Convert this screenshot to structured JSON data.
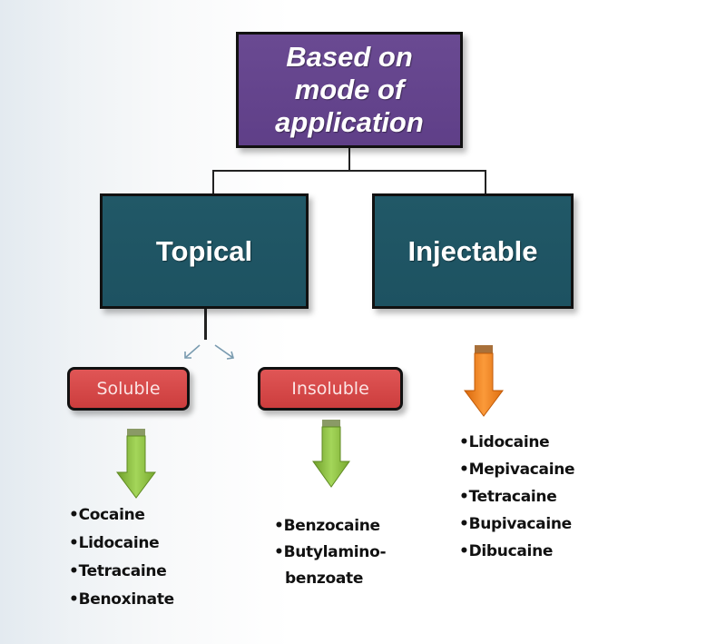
{
  "diagram": {
    "root": {
      "label_lines": [
        "Based on",
        "mode of",
        "application"
      ],
      "color": "#5f3f88"
    },
    "categories": [
      {
        "id": "topical",
        "label": "Topical",
        "color": "#1d5261",
        "subcategories": [
          {
            "id": "soluble",
            "label": "Soluble",
            "color": "#d94a4a",
            "arrow_color": "#8cc63f",
            "bullet": "•",
            "drugs": [
              "Cocaine",
              "Lidocaine",
              "Tetracaine",
              "Benoxinate"
            ]
          },
          {
            "id": "insoluble",
            "label": "Insoluble",
            "color": "#d94a4a",
            "arrow_color": "#8cc63f",
            "bullet": "•",
            "drugs": [
              "Benzocaine",
              "Butylamino-"
            ],
            "continuation": "benzoate"
          }
        ]
      },
      {
        "id": "injectable",
        "label": "Injectable",
        "color": "#1d5261",
        "arrow_color": "#f28a1e",
        "bullet": "•",
        "drugs": [
          "Lidocaine",
          "Mepivacaine",
          "Tetracaine",
          "Bupivacaine",
          "Dibucaine"
        ]
      }
    ]
  }
}
